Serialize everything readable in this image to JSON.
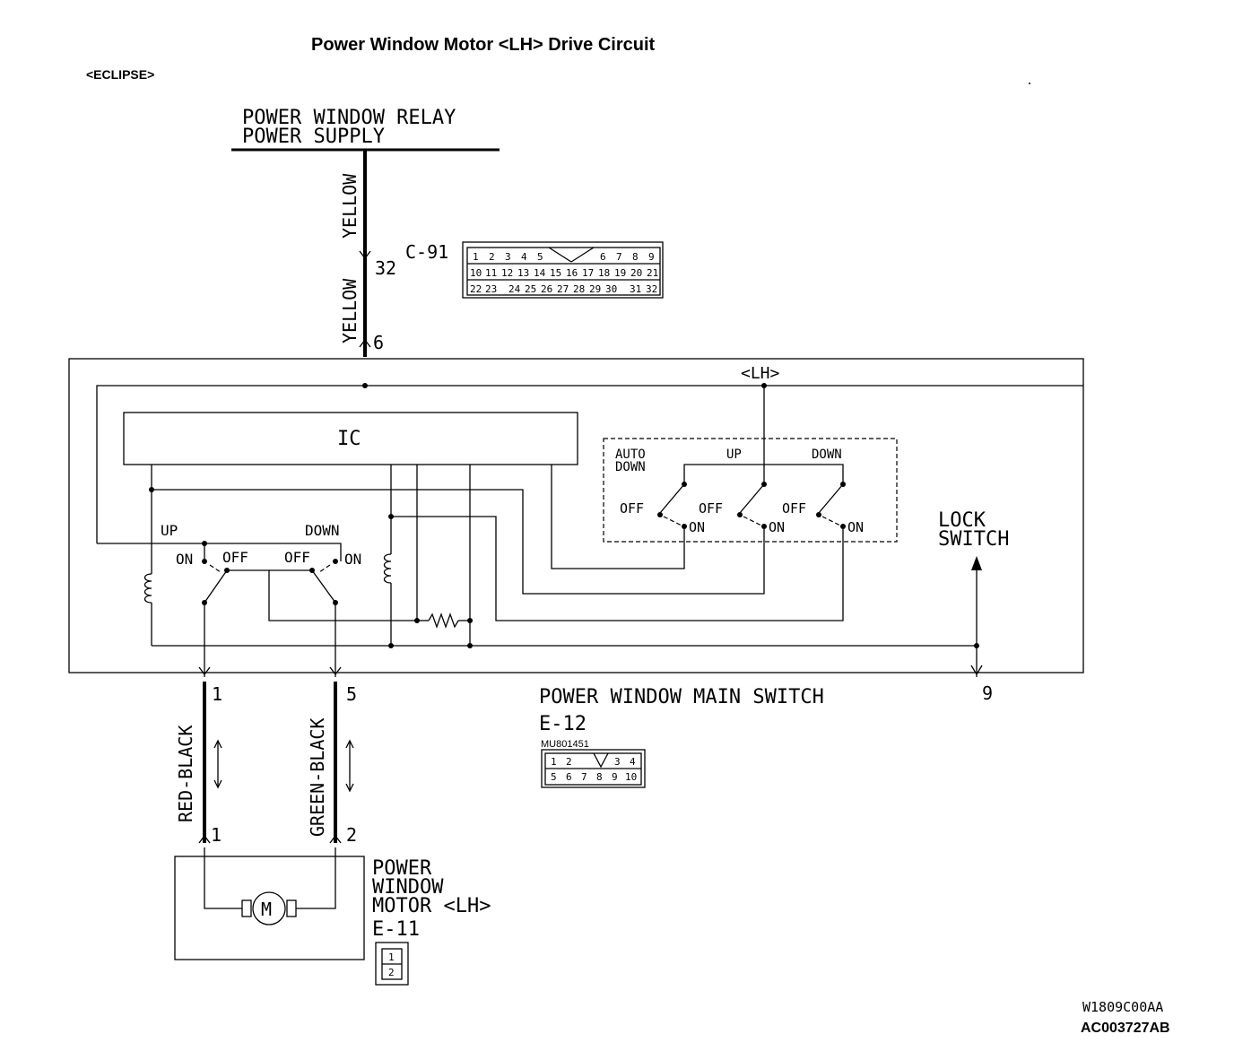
{
  "title": "Power Window Motor <LH> Drive Circuit",
  "model": "<ECLIPSE>",
  "supply": {
    "line1": "POWER WINDOW RELAY",
    "line2": "POWER SUPPLY"
  },
  "wires": {
    "upper_yellow": "YELLOW",
    "lower_yellow": "YELLOW",
    "red_black": "RED-BLACK",
    "green_black": "GREEN-BLACK"
  },
  "pins": {
    "c91_pin": "32",
    "e12_pin6": "6",
    "e12_pin1": "1",
    "e12_pin5": "5",
    "e12_pin9": "9",
    "motor_pin1": "1",
    "motor_pin2": "2"
  },
  "connector_c91": {
    "label": "C-91",
    "row1": [
      "1",
      "2",
      "3",
      "4",
      "5",
      "",
      "",
      "6",
      "7",
      "8",
      "9"
    ],
    "row2": [
      "10",
      "11",
      "12",
      "13",
      "14",
      "15",
      "16",
      "17",
      "18",
      "19",
      "20",
      "21"
    ],
    "row3": [
      "22",
      "23",
      "",
      "24",
      "25",
      "26",
      "27",
      "28",
      "29",
      "30",
      "",
      "31",
      "32"
    ]
  },
  "main_switch": {
    "name": "POWER WINDOW MAIN SWITCH",
    "connector": "E-12",
    "part_no": "MU801451",
    "row1": [
      "1",
      "2",
      "",
      "3",
      "4"
    ],
    "row2": [
      "5",
      "6",
      "7",
      "8",
      "9",
      "10"
    ],
    "lh_label": "<LH>",
    "ic_label": "IC",
    "relay_up": "UP",
    "relay_down": "DOWN",
    "relay_on_left": "ON",
    "relay_off_left": "OFF",
    "relay_off_right": "OFF",
    "relay_on_right": "ON",
    "sw_auto_line1": "AUTO",
    "sw_auto_line2": "DOWN",
    "sw_up": "UP",
    "sw_down": "DOWN",
    "sw_off1": "OFF",
    "sw_off2": "OFF",
    "sw_off3": "OFF",
    "sw_on1": "ON",
    "sw_on2": "ON",
    "sw_on3": "ON",
    "lock_line1": "LOCK",
    "lock_line2": "SWITCH"
  },
  "motor": {
    "line1": "POWER",
    "line2": "WINDOW",
    "line3": "MOTOR <LH>",
    "connector": "E-11",
    "symbol": "M",
    "pins": [
      "1",
      "2"
    ]
  },
  "codes": {
    "figure_code": "W1809C00AA",
    "ref_code": "AC003727AB"
  },
  "colors": {
    "ink": "#000000",
    "paper": "#ffffff"
  }
}
